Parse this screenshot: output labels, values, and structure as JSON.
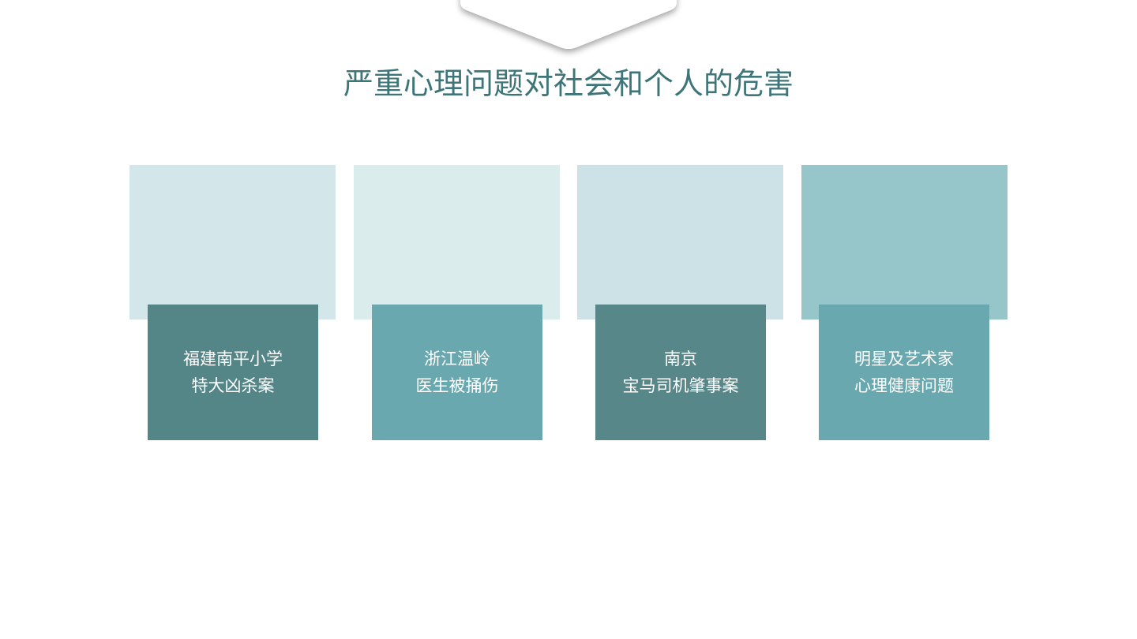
{
  "slide": {
    "title": "严重心理问题对社会和个人的危害"
  },
  "colors": {
    "title": "#3e7579",
    "tab_fill": "#ffffff"
  },
  "cards": [
    {
      "line1": "福建南平小学",
      "line2": "特大凶杀案",
      "bg": "#d3e6e9",
      "label": "#548587"
    },
    {
      "line1": "浙江温岭",
      "line2": "医生被捅伤",
      "bg": "#daeceb",
      "label": "#68a8ae"
    },
    {
      "line1": "南京",
      "line2": "宝马司机肇事案",
      "bg": "#cde2e7",
      "label": "#578789"
    },
    {
      "line1": "明星及艺术家",
      "line2": "心理健康问题",
      "bg": "#96c5ca",
      "label": "#68a8ae"
    }
  ]
}
